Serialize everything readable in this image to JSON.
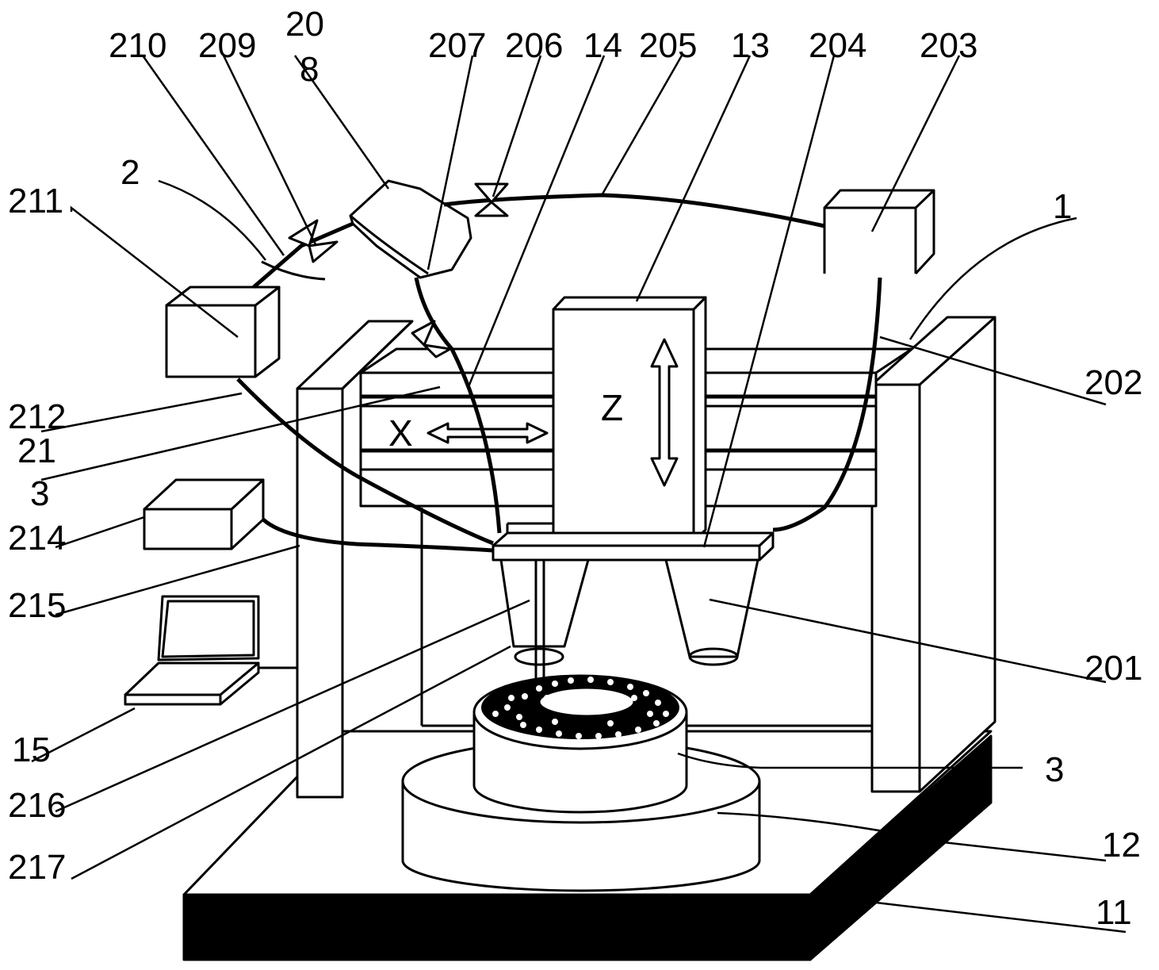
{
  "labels": {
    "l1": "1",
    "l2": "2",
    "l3_left": "3",
    "l3_right": "3",
    "l11": "11",
    "l12": "12",
    "l13": "13",
    "l14": "14",
    "l15": "15",
    "l20": "20",
    "l8": "8",
    "l21": "21",
    "l201": "201",
    "l202": "202",
    "l203": "203",
    "l204": "204",
    "l205": "205",
    "l206": "206",
    "l207": "207",
    "l209": "209",
    "l210": "210",
    "l211": "211",
    "l212": "212",
    "l214": "214",
    "l215": "215",
    "l216": "216",
    "l217": "217"
  },
  "axes": {
    "x": "X",
    "z": "Z"
  },
  "colors": {
    "line": "#000000",
    "fill": "#ffffff",
    "base": "#000000"
  }
}
